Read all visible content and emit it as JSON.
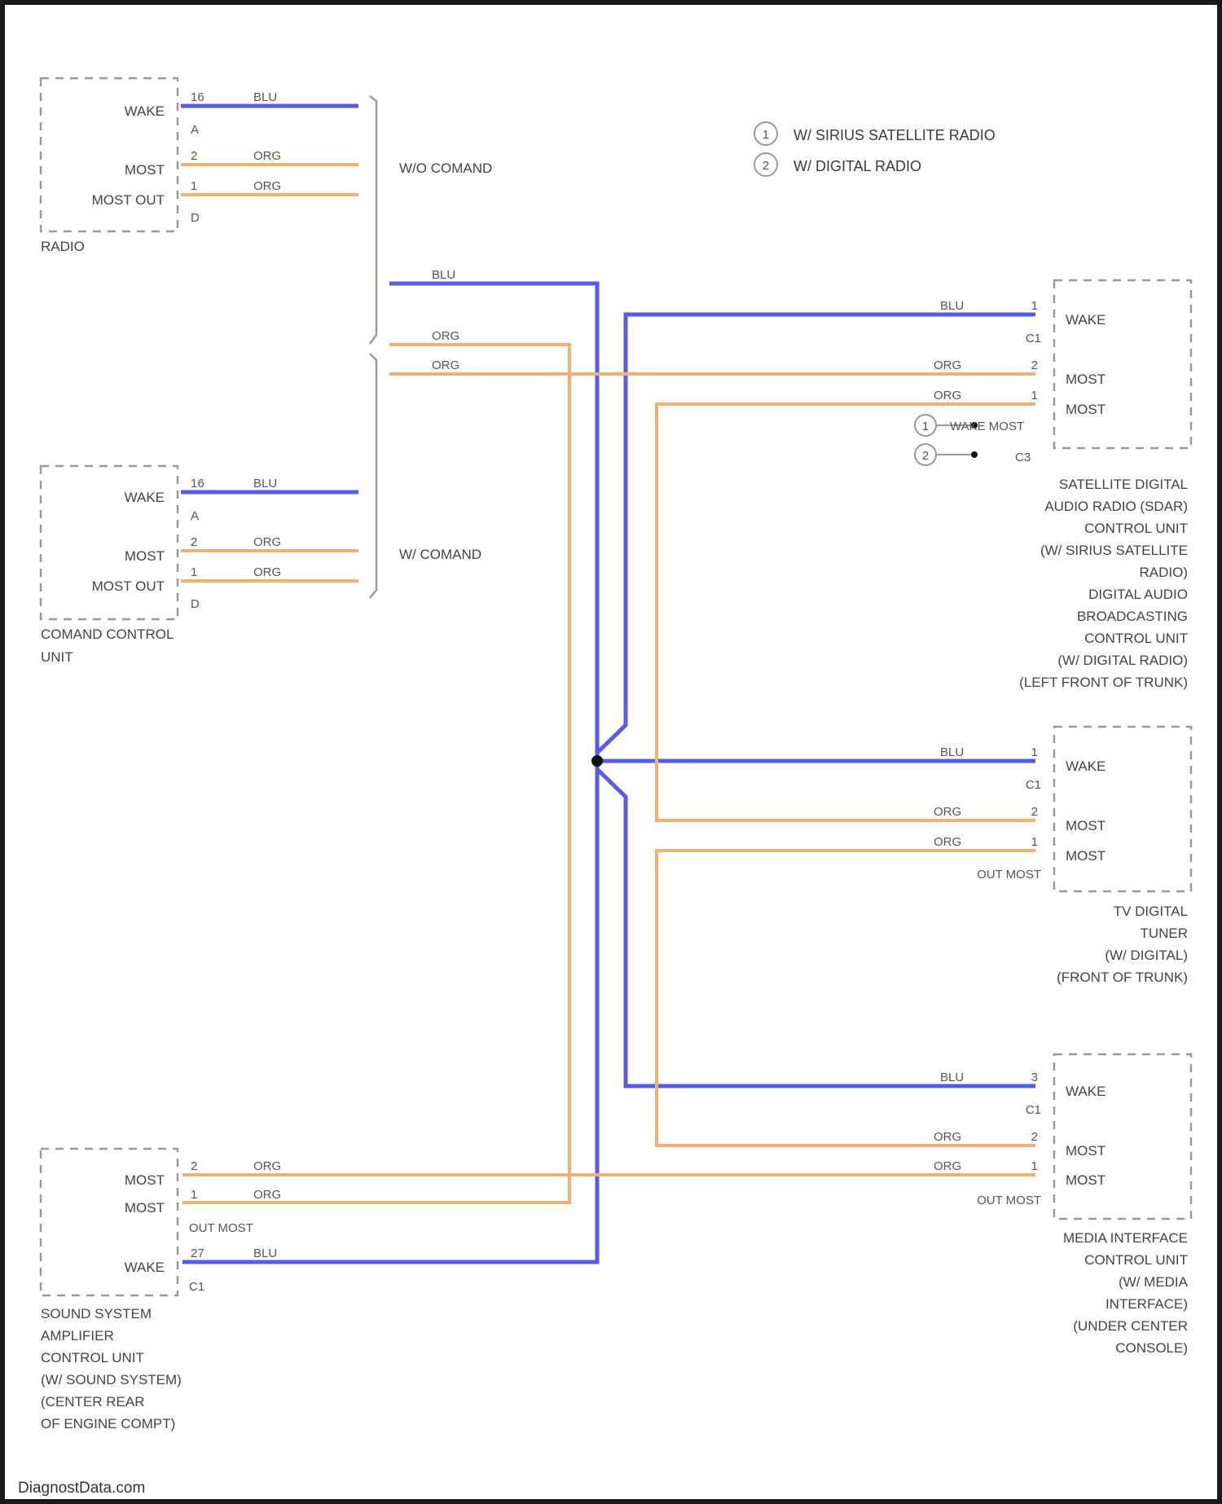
{
  "legend": {
    "item1": {
      "num": "1",
      "text": "W/ SIRIUS SATELLITE RADIO"
    },
    "item2": {
      "num": "2",
      "text": "W/ DIGITAL RADIO"
    }
  },
  "groups": {
    "wo_command": "W/O COMAND",
    "w_command": "W/ COMAND"
  },
  "wires": {
    "blu": "BLU",
    "org": "ORG"
  },
  "radio": {
    "name": "RADIO",
    "pins": [
      {
        "label": "WAKE",
        "num": "16"
      },
      {
        "label": "MOST",
        "num": "2"
      },
      {
        "label": "MOST OUT",
        "num": "1"
      }
    ],
    "conn_a": "A",
    "conn_d": "D"
  },
  "comand": {
    "name_lines": [
      "COMAND CONTROL",
      "UNIT"
    ],
    "pins": [
      {
        "label": "WAKE",
        "num": "16"
      },
      {
        "label": "MOST",
        "num": "2"
      },
      {
        "label": "MOST OUT",
        "num": "1"
      }
    ],
    "conn_a": "A",
    "conn_d": "D"
  },
  "amplifier": {
    "name_lines": [
      "SOUND SYSTEM",
      "AMPLIFIER",
      "CONTROL UNIT",
      "(W/ SOUND SYSTEM)",
      "(CENTER REAR",
      "OF ENGINE COMPT)"
    ],
    "pins": [
      {
        "label": "MOST",
        "num": "2"
      },
      {
        "label": "MOST",
        "num": "1"
      },
      {
        "label": "WAKE",
        "num": "27"
      }
    ],
    "out_most": "OUT MOST",
    "conn": "C1"
  },
  "sdar": {
    "name_lines": [
      "SATELLITE DIGITAL",
      "AUDIO RADIO (SDAR)",
      "CONTROL UNIT",
      "(W/ SIRIUS SATELLITE",
      "RADIO)",
      "DIGITAL AUDIO",
      "BROADCASTING",
      "CONTROL UNIT",
      "(W/ DIGITAL RADIO)",
      "(LEFT FRONT OF TRUNK)"
    ],
    "pins": [
      {
        "label": "WAKE",
        "num": "1"
      },
      {
        "label": "MOST",
        "num": "2"
      },
      {
        "label": "MOST",
        "num": "1"
      }
    ],
    "conn_c1": "C1",
    "conn_c3": "C3",
    "note1": "WAKE MOST",
    "note1_num": "1",
    "note2_num": "2"
  },
  "tv": {
    "name_lines": [
      "TV DIGITAL",
      "TUNER",
      "(W/ DIGITAL)",
      "(FRONT OF TRUNK)"
    ],
    "pins": [
      {
        "label": "WAKE",
        "num": "1"
      },
      {
        "label": "MOST",
        "num": "2"
      },
      {
        "label": "MOST",
        "num": "1"
      }
    ],
    "conn": "C1",
    "out_most": "OUT MOST"
  },
  "media": {
    "name_lines": [
      "MEDIA INTERFACE",
      "CONTROL UNIT",
      "(W/ MEDIA",
      "INTERFACE)",
      "(UNDER CENTER",
      "CONSOLE)"
    ],
    "pins": [
      {
        "label": "WAKE",
        "num": "3"
      },
      {
        "label": "MOST",
        "num": "2"
      },
      {
        "label": "MOST",
        "num": "1"
      }
    ],
    "conn": "C1",
    "out_most": "OUT MOST"
  },
  "watermark": "DiagnostData.com",
  "colors": {
    "blu": "#5a5ae8",
    "org": "#f4b070",
    "box": "#9a9a9a"
  }
}
